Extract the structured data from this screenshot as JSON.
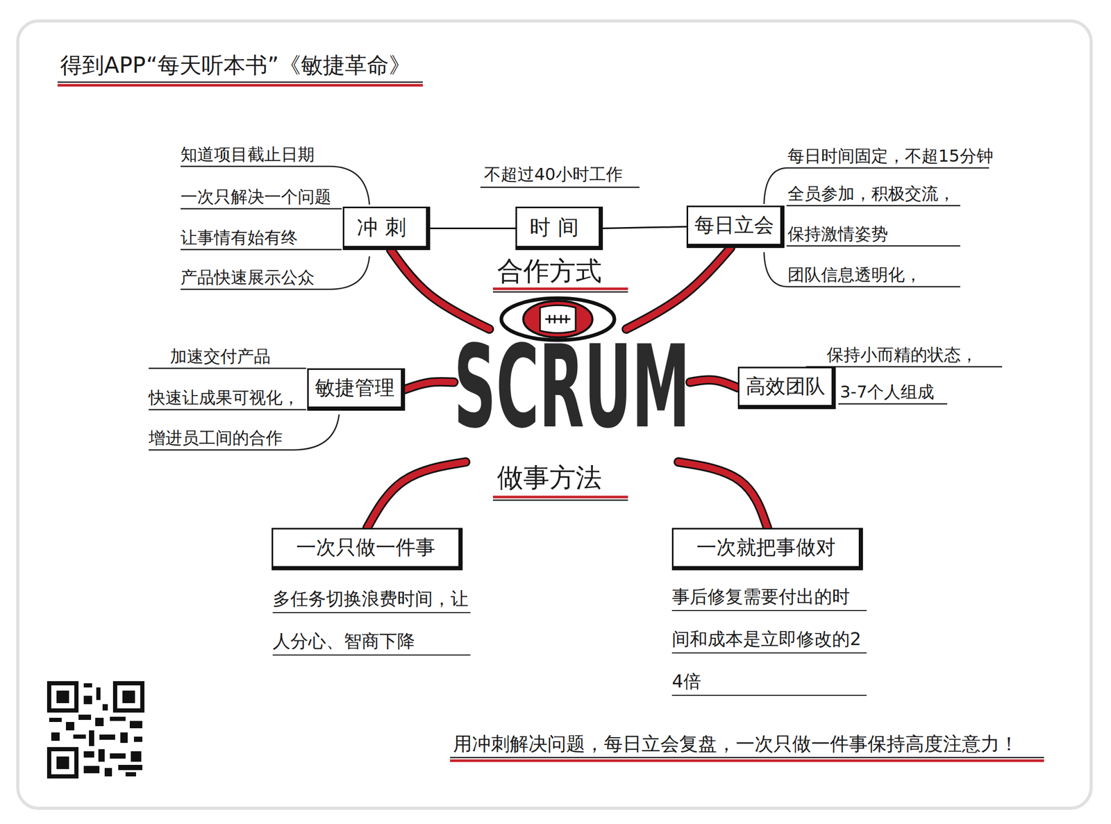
{
  "diagram": {
    "title": "得到APP“每天听本书”《敏捷革命》",
    "caption": "用冲刺解决问题，每日立会复盘，一次只做一件事保持高度注意力！",
    "nodes": [
      {
        "text": [
          "冲刺"
        ]
      },
      {
        "text": [
          "时间"
        ]
      },
      {
        "text": [
          "每日立会"
        ]
      },
      {
        "text": [
          "敏捷管理"
        ]
      },
      {
        "text": [
          "SCRUM"
        ]
      },
      {
        "text": [
          "高效团队"
        ]
      },
      {
        "text": [
          "一次只做一件事"
        ]
      },
      {
        "text": [
          "一次就把事做对"
        ]
      }
    ],
    "edges": [
      {
        "from": 0,
        "to": 1,
        "arrow": "none"
      },
      {
        "from": 1,
        "to": 2,
        "arrow": "none"
      },
      {
        "from": 4,
        "to": 0,
        "arrow": "none"
      },
      {
        "from": 4,
        "to": 2,
        "arrow": "none"
      },
      {
        "from": 4,
        "to": 3,
        "arrow": "none"
      },
      {
        "from": 4,
        "to": 5,
        "arrow": "none"
      },
      {
        "from": 4,
        "to": 6,
        "arrow": "none"
      },
      {
        "from": 4,
        "to": 7,
        "arrow": "none"
      }
    ],
    "labels": [
      "知道项目截止日期",
      "一次只解决一个问题",
      "让事情有始有终",
      "产品快速展示公众",
      "不超过40小时工作",
      "合作方式",
      "每日时间固定，不超15分钟",
      "全员参加，积极交流，",
      "保持激情姿势",
      "团队信息透明化，",
      "加速交付产品",
      "快速让成果可视化，",
      "增进员工间的合作",
      "保持小而精的状态，",
      "3-7个人组成",
      "做事方法",
      "多任务切换浪费时间，让人分心、智商下降",
      "事后修复需要付出的时间和成本是立即修改的24倍"
    ]
  }
}
